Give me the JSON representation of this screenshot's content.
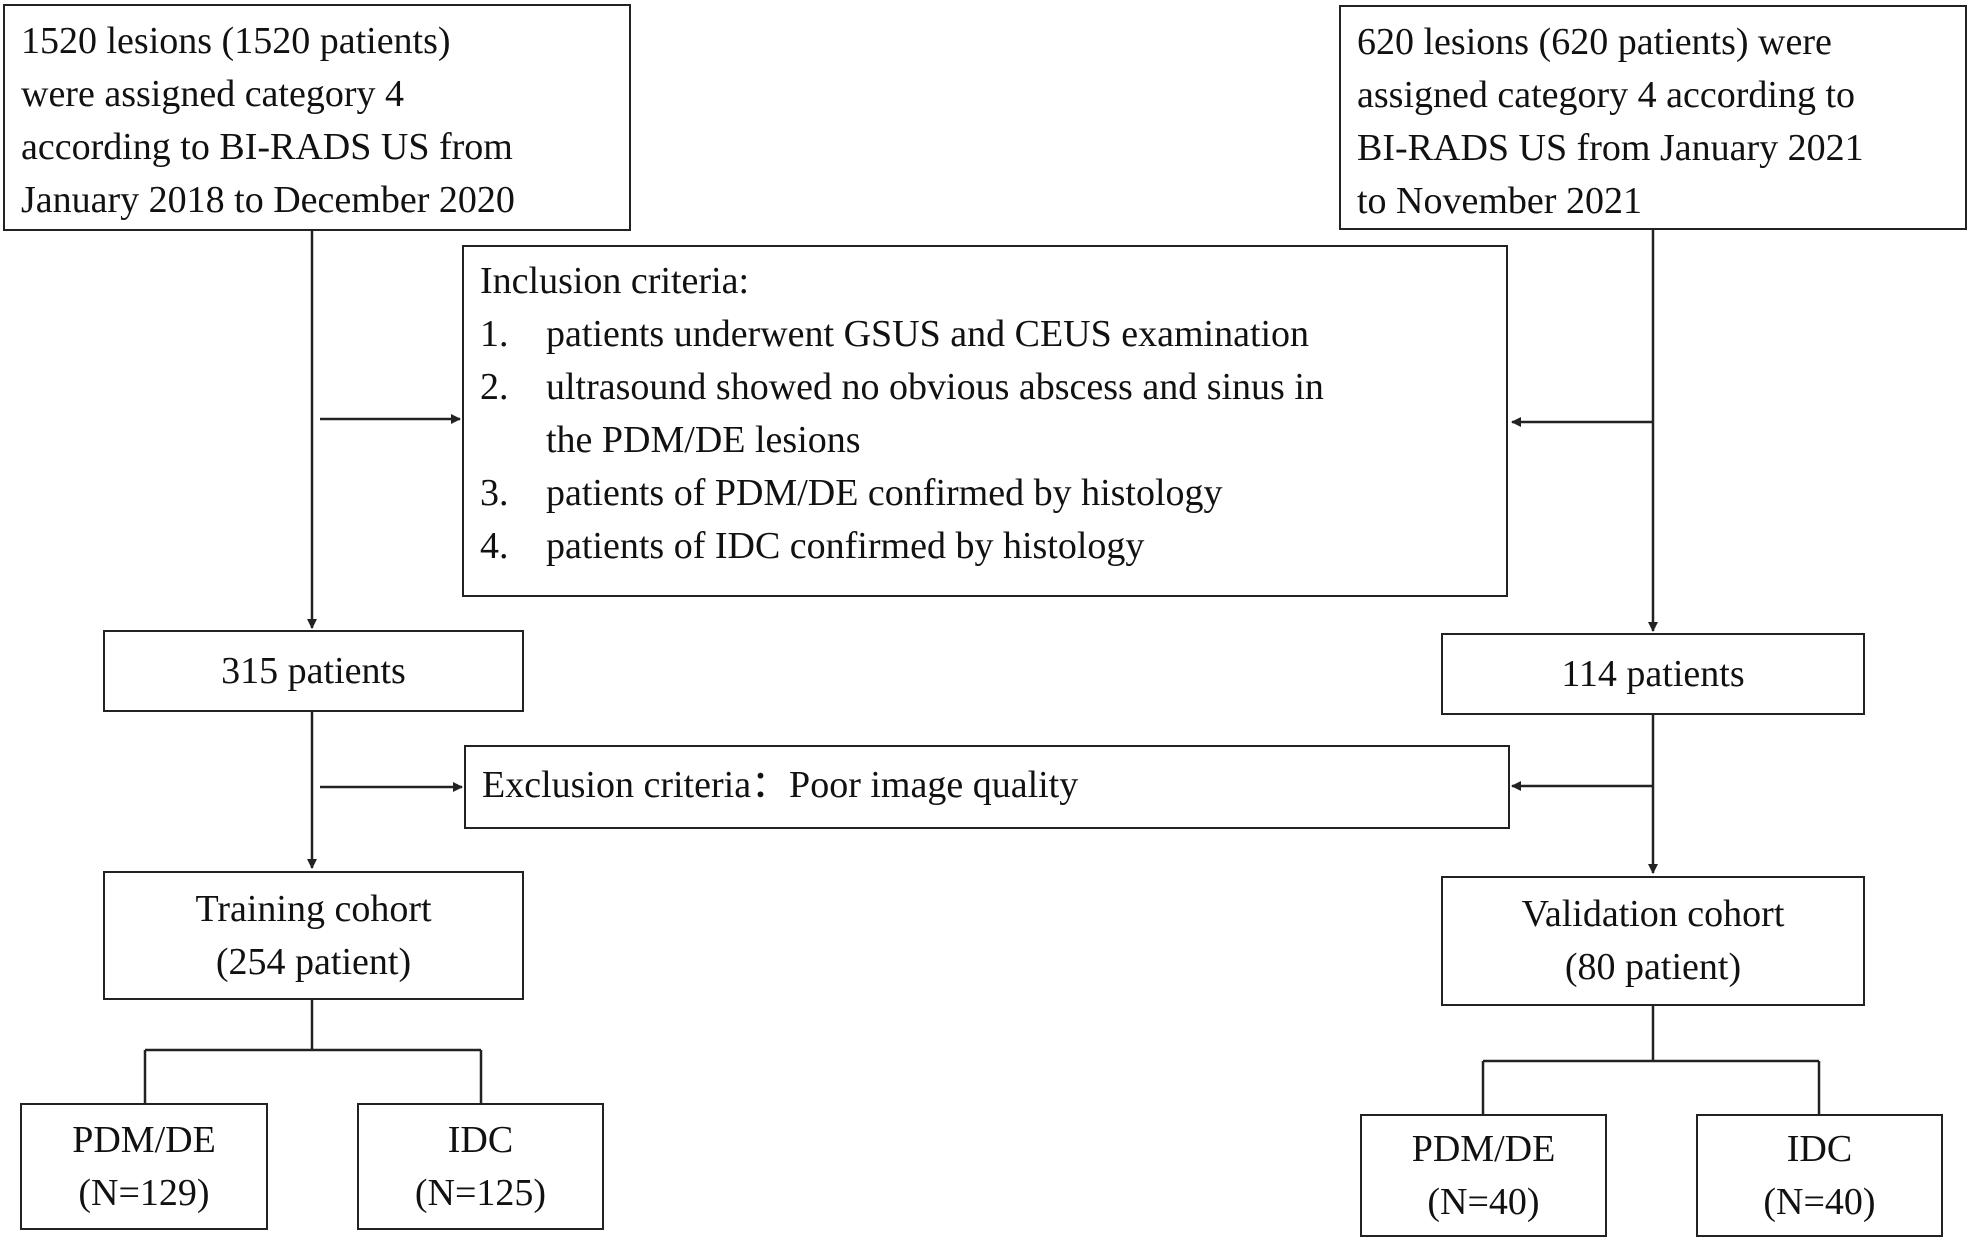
{
  "training": {
    "source": [
      "1520 lesions (1520 patients)",
      "were assigned category 4",
      "according to BI-RADS US from",
      "January 2018 to December 2020"
    ],
    "count": "315 patients",
    "cohort": [
      "Training cohort",
      "(254 patient)"
    ],
    "pdm_de": [
      "PDM/DE",
      "(N=129)"
    ],
    "idc": [
      "IDC",
      "(N=125)"
    ]
  },
  "validation": {
    "source": [
      "620 lesions (620 patients) were",
      "assigned category 4 according to",
      "BI-RADS US from January 2021",
      "to November 2021"
    ],
    "count": "114 patients",
    "cohort": [
      "Validation cohort",
      "(80 patient)"
    ],
    "pdm_de": [
      "PDM/DE",
      "(N=40)"
    ],
    "idc": [
      "IDC",
      "(N=40)"
    ]
  },
  "inclusion": {
    "heading": "Inclusion criteria:",
    "items": [
      {
        "num": "1.",
        "lines": [
          "patients underwent GSUS and CEUS examination"
        ]
      },
      {
        "num": "2.",
        "lines": [
          "ultrasound showed no obvious abscess and sinus in",
          "the PDM/DE lesions"
        ]
      },
      {
        "num": "3.",
        "lines": [
          "patients of PDM/DE confirmed by histology"
        ]
      },
      {
        "num": "4.",
        "lines": [
          "patients of IDC confirmed by histology"
        ]
      }
    ]
  },
  "exclusion": {
    "text": "Exclusion criteria：Poor image quality"
  }
}
